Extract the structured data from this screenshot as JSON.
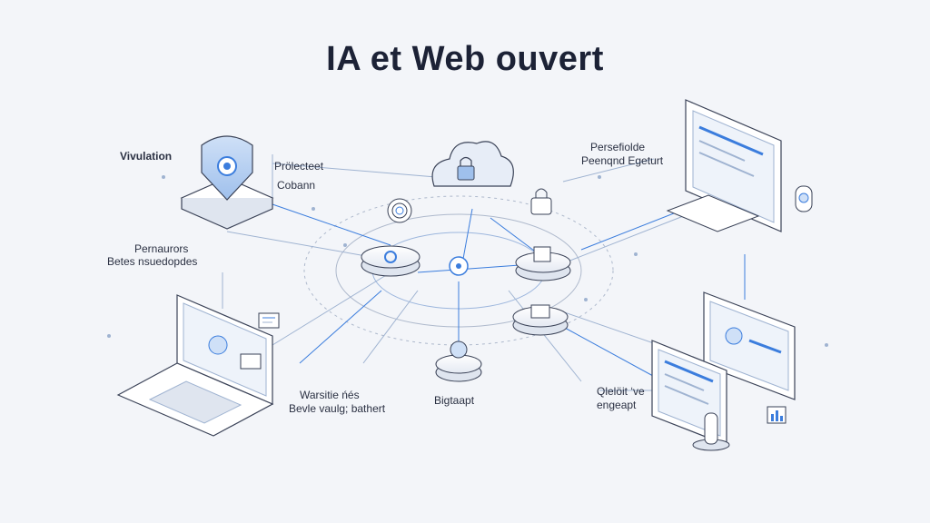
{
  "title": "IA et Web ouvert",
  "labels": {
    "top_left": "Vivulation",
    "left_mid_1": "Prölecteet",
    "left_mid_2": "Cobann",
    "left_low_1": "Pernaurors",
    "left_low_2": "Betes nsuedopdes",
    "top_right_1": "Persefiolde",
    "top_right_2": "Peenqnd Egeturt",
    "bottom_left_1": "Warsitie ńés",
    "bottom_left_2": "Bevle vaulg; bathert",
    "bottom_center": "Bigtaapt",
    "bottom_right_1": "Qlelöit ‘ve",
    "bottom_right_2": "engeapt"
  },
  "icons": [
    "shield-lock-icon",
    "cloud-lock-icon",
    "fingerprint-icon",
    "padlock-icon",
    "monitor-icon",
    "laptop-icon",
    "desktop-icon",
    "tablet-icon",
    "hub-disc-icon",
    "document-icon",
    "chart-icon",
    "user-circle-icon"
  ],
  "colors": {
    "accent": "#3b7ddd",
    "line": "#9fb3d1",
    "stroke": "#3a4257",
    "surface": "#ffffff",
    "shade": "#dfe5ef"
  }
}
